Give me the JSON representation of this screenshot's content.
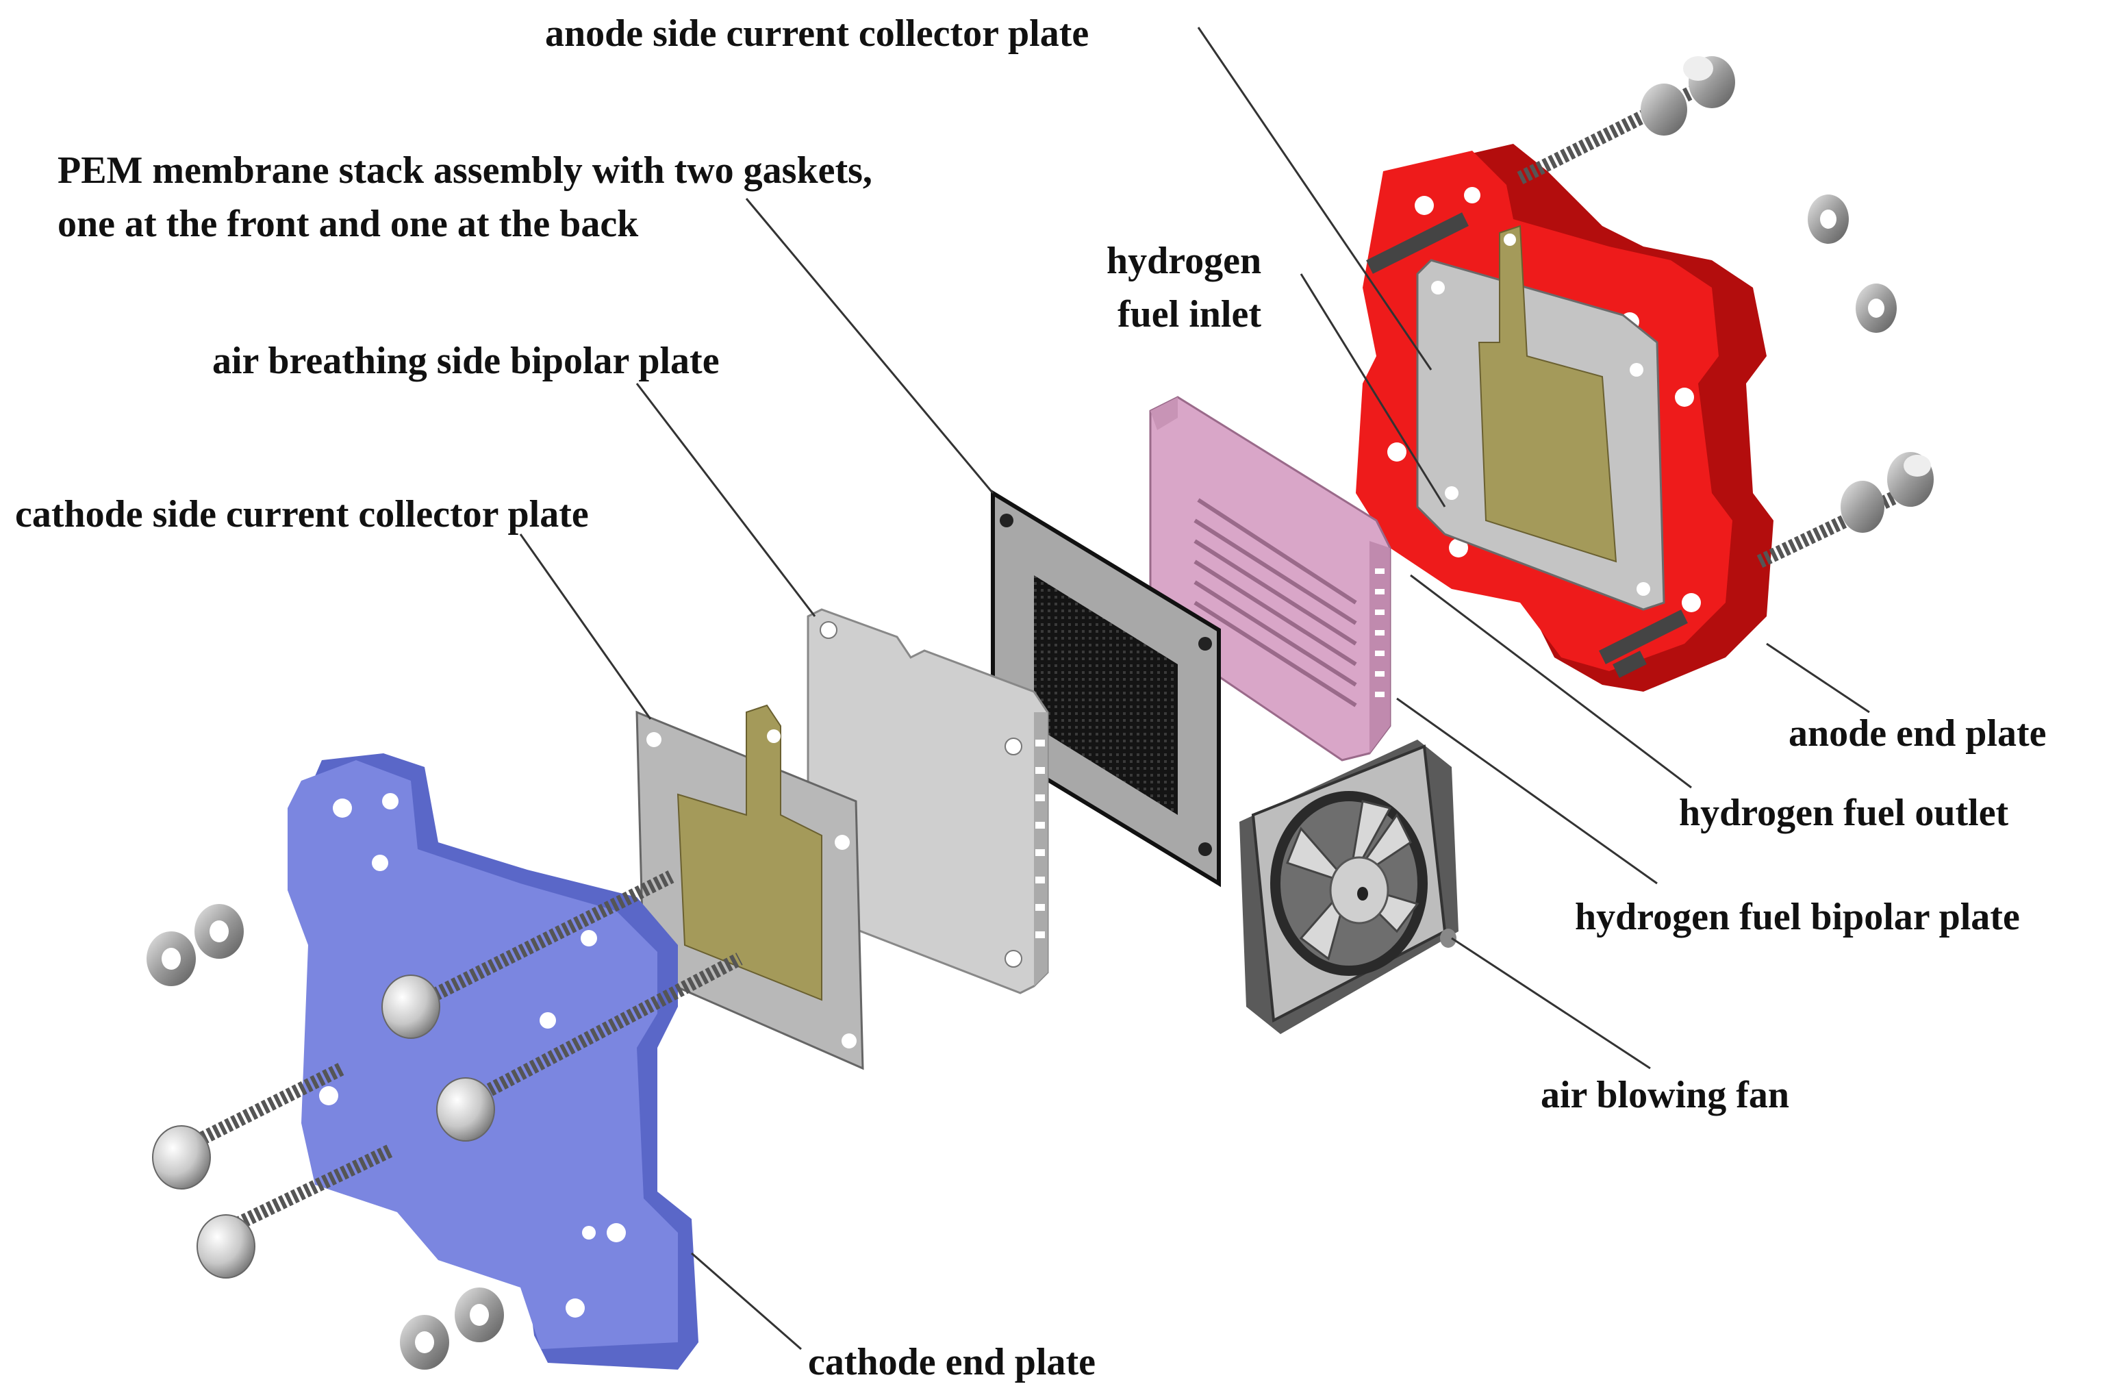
{
  "labels": {
    "anode_current_collector": "anode side current collector plate",
    "pem_line1": "PEM membrane stack assembly with two gaskets,",
    "pem_line2": "one at the front and one at the back",
    "hydrogen_inlet_line1": "hydrogen",
    "hydrogen_inlet_line2": "fuel inlet",
    "air_bipolar": "air breathing side bipolar plate",
    "cathode_current_collector": "cathode side current collector plate",
    "anode_end_plate": "anode end plate",
    "hydrogen_outlet": "hydrogen fuel outlet",
    "hydrogen_bipolar": "hydrogen fuel bipolar plate",
    "air_fan": "air blowing fan",
    "cathode_end_plate": "cathode end plate"
  },
  "colors": {
    "cathode_end_plate": "#7b86e0",
    "anode_end_plate": "#ee1b1b",
    "hydrogen_bipolar": "#d9a6c8",
    "air_bipolar": "#c9c9c9",
    "collector_frame": "#b8b8b8",
    "copper_tab": "#a49a5a",
    "membrane": "#1e1e1e"
  }
}
